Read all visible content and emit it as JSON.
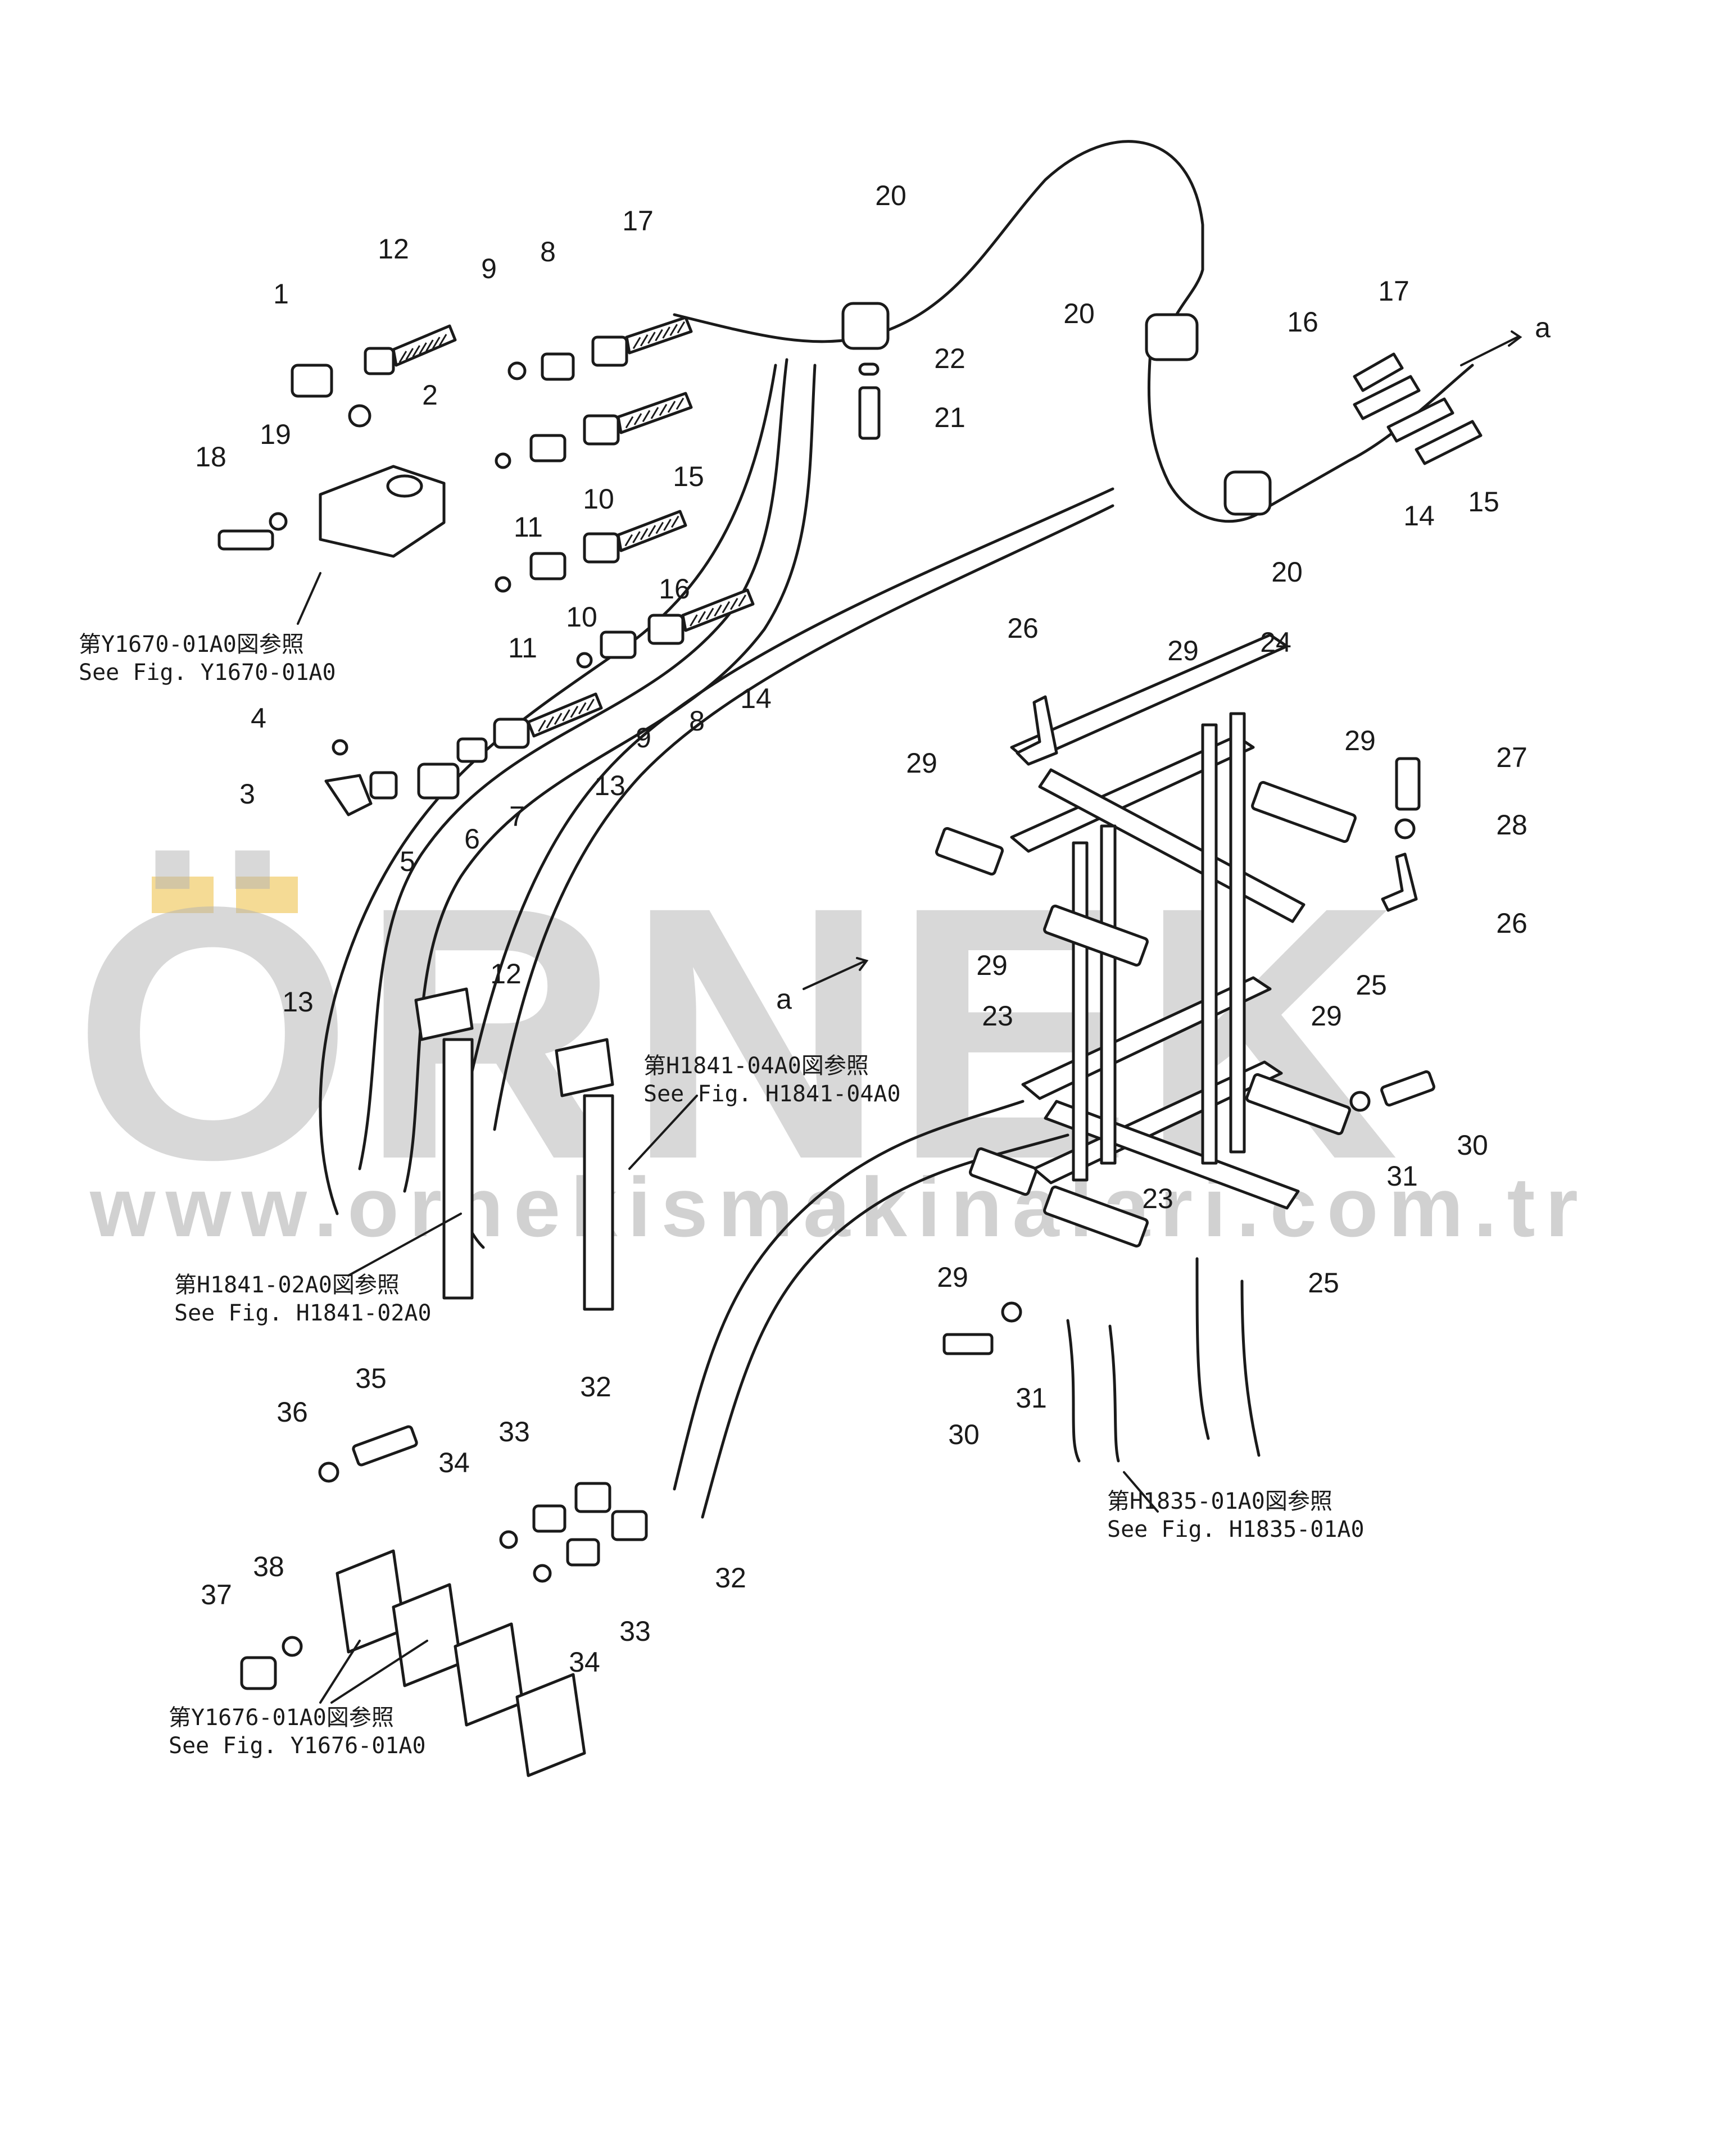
{
  "watermark": {
    "brand": "ÖRNEK",
    "url": "www.ornekismakinalari.com.tr",
    "brand_color": "#b3b3b3",
    "accent_color": "#f2d27a"
  },
  "references": [
    {
      "jp": "第Y1670-01A0図参照",
      "en": "See  Fig. Y1670-01A0"
    },
    {
      "jp": "第H1841-04A0図参照",
      "en": "See  Fig. H1841-04A0"
    },
    {
      "jp": "第H1841-02A0図参照",
      "en": "See  Fig. H1841-02A0"
    },
    {
      "jp": "第H1835-01A0図参照",
      "en": "See  Fig. H1835-01A0"
    },
    {
      "jp": "第Y1676-01A0図参照",
      "en": "See  Fig. Y1676-01A0"
    }
  ],
  "section_mark": "a",
  "callouts": [
    "1",
    "2",
    "3",
    "4",
    "5",
    "6",
    "7",
    "8",
    "8",
    "9",
    "9",
    "10",
    "10",
    "11",
    "11",
    "12",
    "12",
    "13",
    "13",
    "14",
    "14",
    "15",
    "15",
    "16",
    "16",
    "17",
    "17",
    "18",
    "19",
    "20",
    "20",
    "20",
    "21",
    "22",
    "23",
    "23",
    "24",
    "25",
    "25",
    "26",
    "26",
    "27",
    "28",
    "29",
    "29",
    "29",
    "29",
    "29",
    "29",
    "30",
    "30",
    "31",
    "31",
    "32",
    "32",
    "33",
    "33",
    "34",
    "34",
    "35",
    "36",
    "37",
    "38"
  ]
}
